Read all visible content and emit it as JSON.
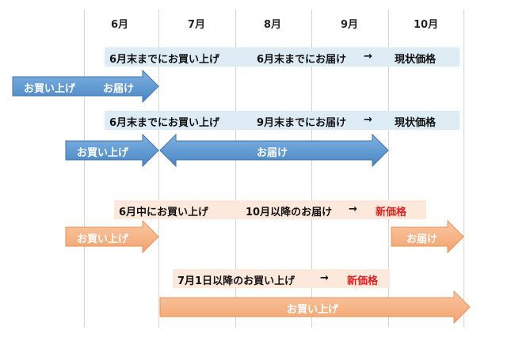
{
  "months": [
    "6月",
    "7月",
    "8月",
    "9月",
    "10月"
  ],
  "bands": [
    {
      "left": "6月末までにお買い上げ",
      "mid": "6月末までにお届け",
      "arrow": "→",
      "right": "現状価格"
    },
    {
      "left": "6月末までにお買い上げ",
      "mid": "9月末までにお届け",
      "arrow": "→",
      "right": "現状価格"
    },
    {
      "left": "6月中にお買い上げ",
      "mid": "10月以降のお届け",
      "arrow": "→",
      "right": "新価格"
    },
    {
      "mid": "7月1日以降のお買い上げ",
      "arrow": "→",
      "right": "新価格"
    }
  ],
  "arrows": {
    "row1_buy": "お買い上げ",
    "row1_deliver": "お届け",
    "row2_buy": "お買い上げ",
    "row2_deliver": "お届け",
    "row3_buy": "お買い上げ",
    "row3_deliver": "お届け",
    "row4_buy": "お買い上げ"
  },
  "colors": {
    "blue_fill": "#5b9bd5",
    "blue_band": "#dcebf4",
    "peach_fill": "#f4b183",
    "peach_band": "#fde8dc",
    "new_price": "#e02020",
    "gridline": "#d6d6d6"
  }
}
